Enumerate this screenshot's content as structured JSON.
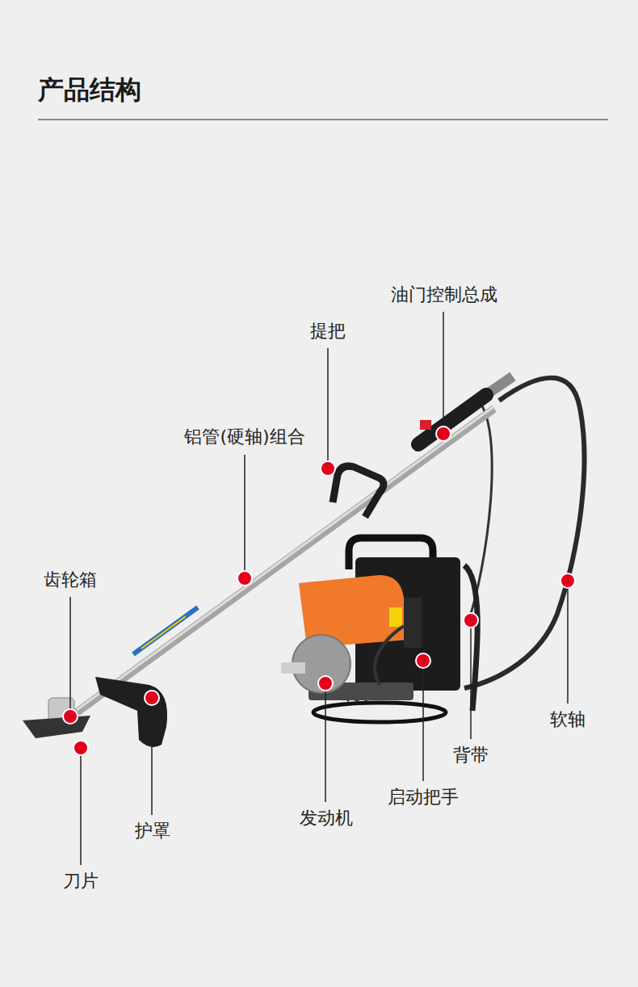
{
  "diagram": {
    "title": "产品结构",
    "labels": [
      "油门控制总成",
      "提把",
      "铝管(硬轴)组合",
      "齿轮箱",
      "软轴",
      "背带",
      "启动把手",
      "护罩",
      "发动机",
      "刀片"
    ]
  }
}
